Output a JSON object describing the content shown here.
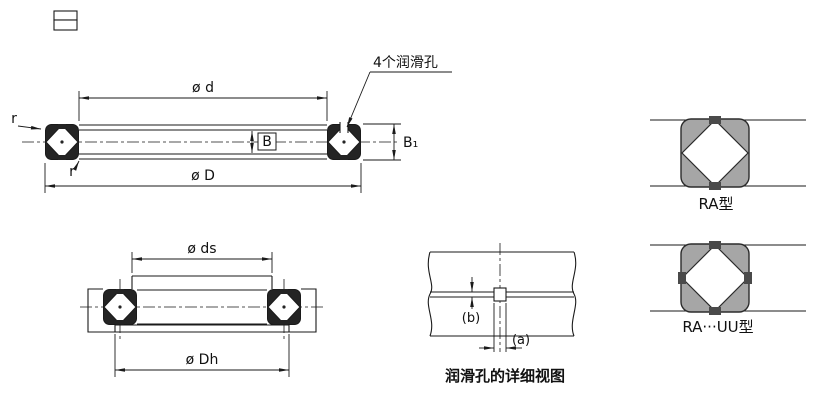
{
  "main_view": {
    "lube_holes_label": "4个润滑孔",
    "dim_d": "ø d",
    "dim_D": "ø D",
    "dim_B": "B",
    "dim_B1": "B₁",
    "r_top": "r",
    "r_inner": "r"
  },
  "mount_view": {
    "dim_ds": "ø ds",
    "dim_Dh": "ø Dh"
  },
  "detail_view": {
    "dim_b": "(b)",
    "dim_a": "(a)",
    "caption": "润滑孔的详细视图"
  },
  "types": [
    {
      "label": "RA型"
    },
    {
      "label": "RA···UU型"
    }
  ],
  "colors": {
    "line": "#1a1a1a",
    "section_fill": "#242424",
    "symbol_fill": "#a6a6a6",
    "seal_fill": "#4a4a4a",
    "background": "#ffffff"
  }
}
